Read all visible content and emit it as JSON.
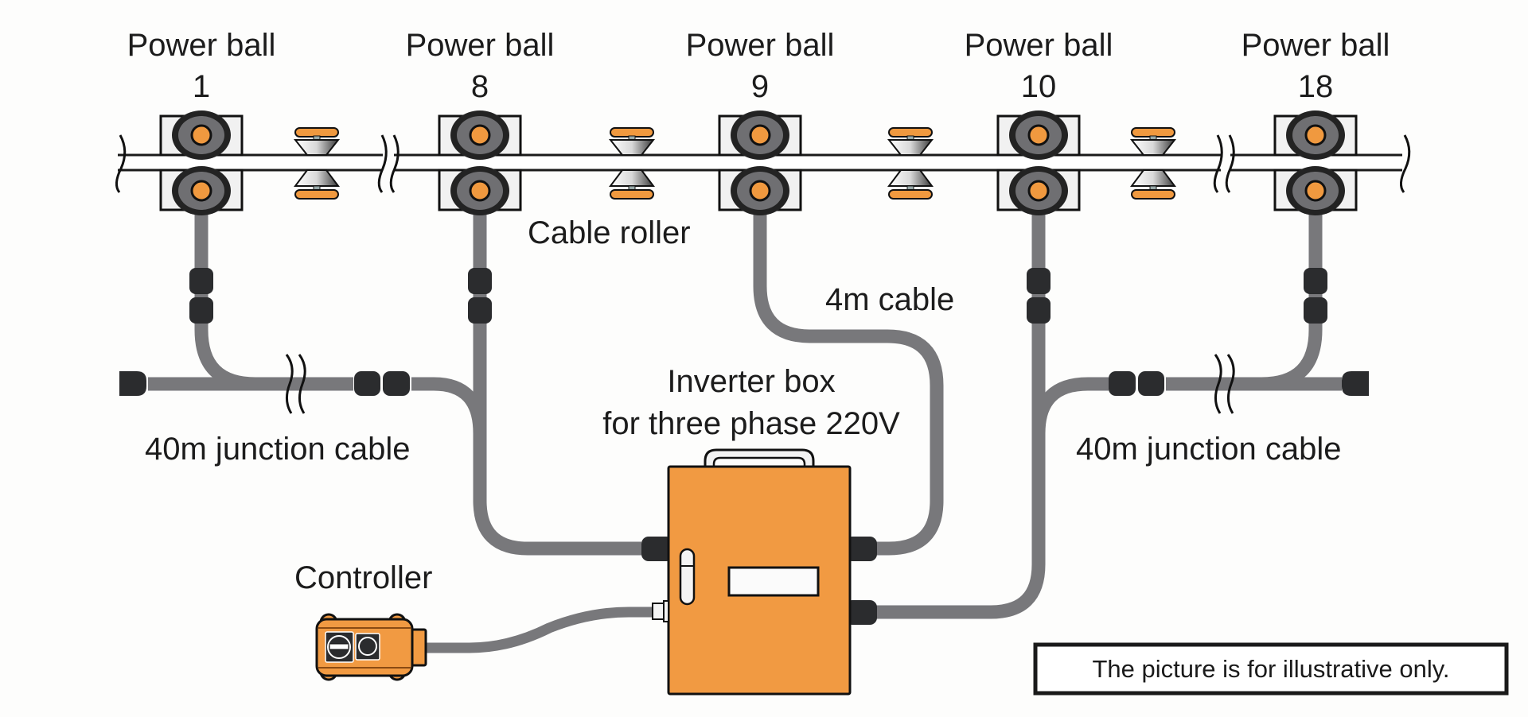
{
  "diagram": {
    "title": "Power ball cable trolley system layout",
    "power_balls": [
      {
        "label": "Power ball",
        "number": "1"
      },
      {
        "label": "Power ball",
        "number": "8"
      },
      {
        "label": "Power ball",
        "number": "9"
      },
      {
        "label": "Power ball",
        "number": "10"
      },
      {
        "label": "Power ball",
        "number": "18"
      }
    ],
    "labels": {
      "cable_roller": "Cable roller",
      "four_m_cable": "4m cable",
      "inverter_line1": "Inverter box",
      "inverter_line2": "for three phase 220V",
      "junction_left": "40m junction cable",
      "junction_right": "40m junction cable",
      "controller": "Controller"
    },
    "note": "The picture is for illustrative only.",
    "colors": {
      "accent_orange": "#f19a42",
      "cable_gray": "#78787b",
      "connector_black": "#2b2c2e",
      "background": "#fdfdfc"
    }
  }
}
